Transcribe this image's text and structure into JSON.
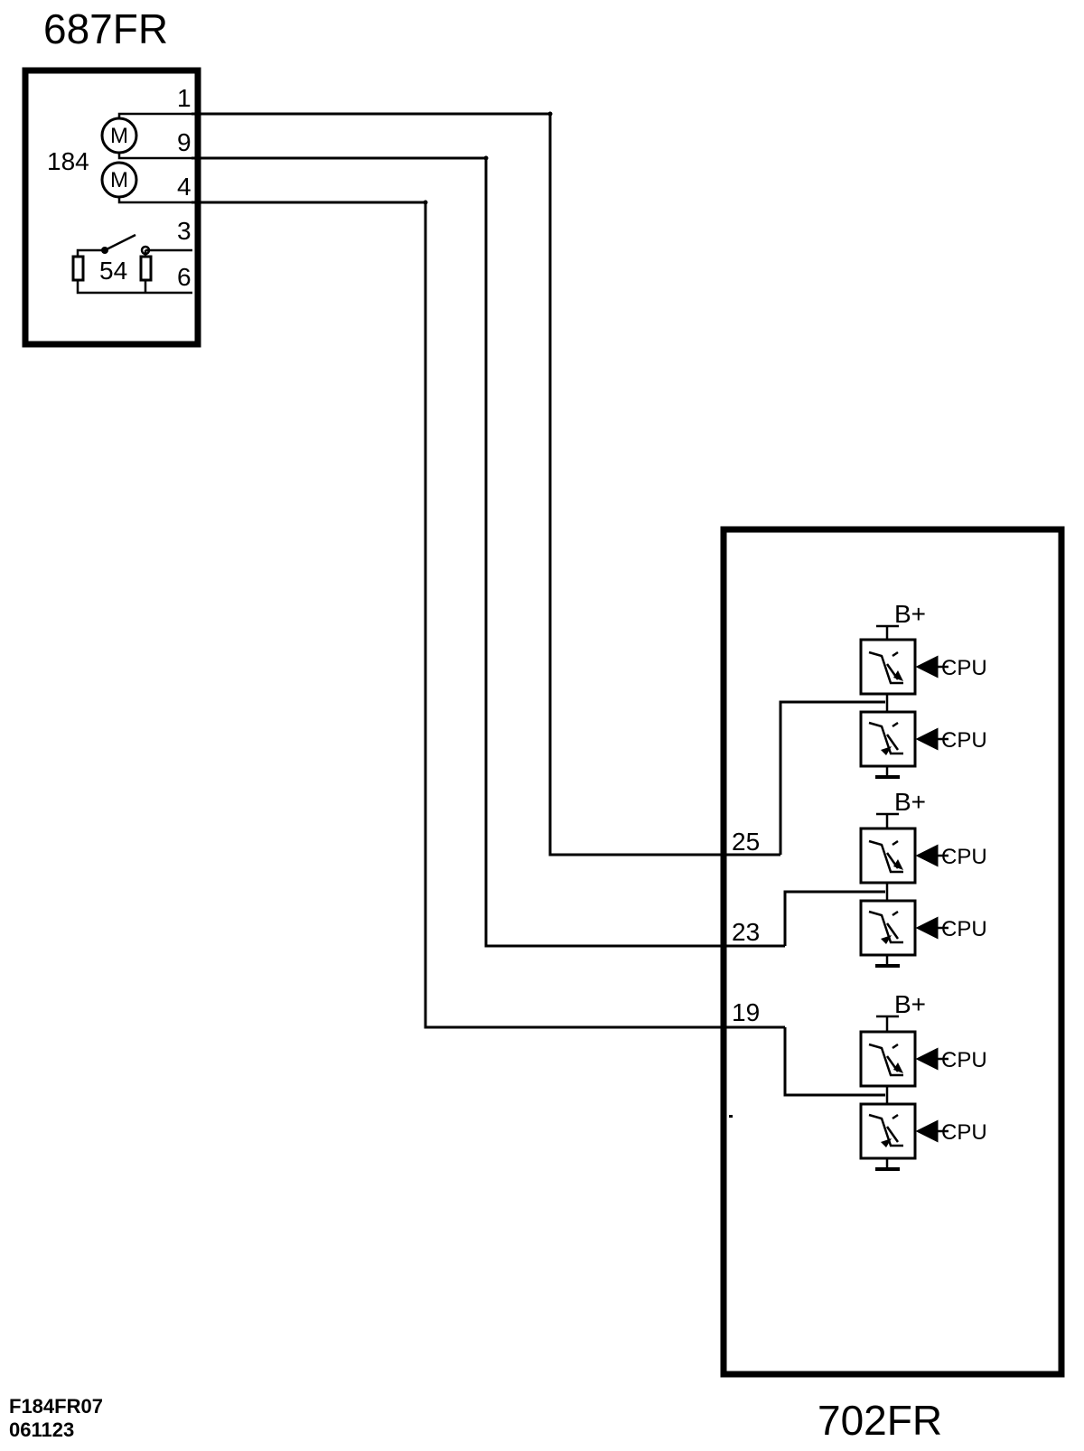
{
  "components": {
    "motor_unit": {
      "code": "687FR",
      "motor_label": "184",
      "motor_symbol": "M",
      "switch_label": "54",
      "pins": [
        "1",
        "9",
        "4",
        "3",
        "6"
      ]
    },
    "control_unit": {
      "code": "702FR",
      "pins": [
        "25",
        "23",
        "19"
      ],
      "supply_label": "B+",
      "driver_label": "CPU"
    }
  },
  "connections": [
    {
      "from": "687FR pin 1",
      "to": "702FR pin 25"
    },
    {
      "from": "687FR pin 9",
      "to": "702FR pin 23"
    },
    {
      "from": "687FR pin 4",
      "to": "702FR pin 19"
    }
  ],
  "footer": {
    "drawing_ref": "F184FR07",
    "date_code": "061123"
  }
}
